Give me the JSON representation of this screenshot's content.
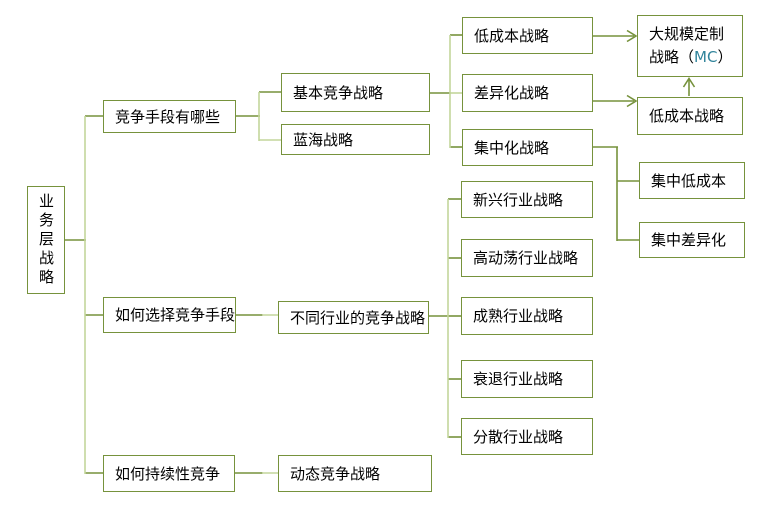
{
  "diagram": {
    "type": "mindmap",
    "root_label": "业务层战略",
    "colors": {
      "line_dark": "#76923C",
      "line_light": "#C3D69B",
      "text": "#000000",
      "mc_accent": "#31849B",
      "background": "#FFFFFF"
    }
  },
  "nodes": {
    "root": {
      "label": "业务层战略"
    },
    "methods": {
      "label": "竞争手段有哪些"
    },
    "choose": {
      "label": "如何选择竞争手段"
    },
    "sustain": {
      "label": "如何持续性竞争"
    },
    "basic": {
      "label": "基本竞争战略"
    },
    "blueocean": {
      "label": "蓝海战略"
    },
    "diffind": {
      "label": "不同行业的竞争战略"
    },
    "dynamic": {
      "label": "动态竞争战略"
    },
    "lowcost": {
      "label": "低成本战略"
    },
    "differentiation": {
      "label": "差异化战略"
    },
    "focus": {
      "label": "集中化战略"
    },
    "emerging": {
      "label": "新兴行业战略"
    },
    "turbulent": {
      "label": "高动荡行业战略"
    },
    "mature": {
      "label": "成熟行业战略"
    },
    "declining": {
      "label": "衰退行业战略"
    },
    "fragmented": {
      "label": "分散行业战略"
    },
    "mc": {
      "line1": "大规模定制",
      "line2_prefix": "战略（",
      "line2_accent": "MC",
      "line2_suffix": "）"
    },
    "lowcost2": {
      "label": "低成本战略"
    },
    "focuslowcost": {
      "label": "集中低成本"
    },
    "focusdiff": {
      "label": "集中差异化"
    }
  },
  "connections": [
    {
      "from": "业务层战略",
      "to": "竞争手段有哪些",
      "style": "elbow"
    },
    {
      "from": "业务层战略",
      "to": "如何选择竞争手段",
      "style": "elbow"
    },
    {
      "from": "业务层战略",
      "to": "如何持续性竞争",
      "style": "elbow"
    },
    {
      "from": "竞争手段有哪些",
      "to": "基本竞争战略",
      "style": "elbow"
    },
    {
      "from": "竞争手段有哪些",
      "to": "蓝海战略",
      "style": "elbow"
    },
    {
      "from": "基本竞争战略",
      "to": "低成本战略",
      "style": "elbow"
    },
    {
      "from": "基本竞争战略",
      "to": "差异化战略",
      "style": "elbow"
    },
    {
      "from": "基本竞争战略",
      "to": "集中化战略",
      "style": "elbow"
    },
    {
      "from": "低成本战略",
      "to": "大规模定制战略（MC）",
      "style": "arrow"
    },
    {
      "from": "差异化战略",
      "to": "低成本战略(右)",
      "style": "arrow"
    },
    {
      "from": "低成本战略(右)",
      "to": "大规模定制战略（MC）",
      "style": "arrow-up"
    },
    {
      "from": "集中化战略",
      "to": "集中低成本",
      "style": "elbow"
    },
    {
      "from": "集中化战略",
      "to": "集中差异化",
      "style": "elbow"
    },
    {
      "from": "如何选择竞争手段",
      "to": "不同行业的竞争战略",
      "style": "line"
    },
    {
      "from": "不同行业的竞争战略",
      "to": "新兴行业战略",
      "style": "elbow"
    },
    {
      "from": "不同行业的竞争战略",
      "to": "高动荡行业战略",
      "style": "elbow"
    },
    {
      "from": "不同行业的竞争战略",
      "to": "成熟行业战略",
      "style": "elbow"
    },
    {
      "from": "不同行业的竞争战略",
      "to": "衰退行业战略",
      "style": "elbow"
    },
    {
      "from": "不同行业的竞争战略",
      "to": "分散行业战略",
      "style": "elbow"
    },
    {
      "from": "如何持续性竞争",
      "to": "动态竞争战略",
      "style": "line"
    }
  ]
}
